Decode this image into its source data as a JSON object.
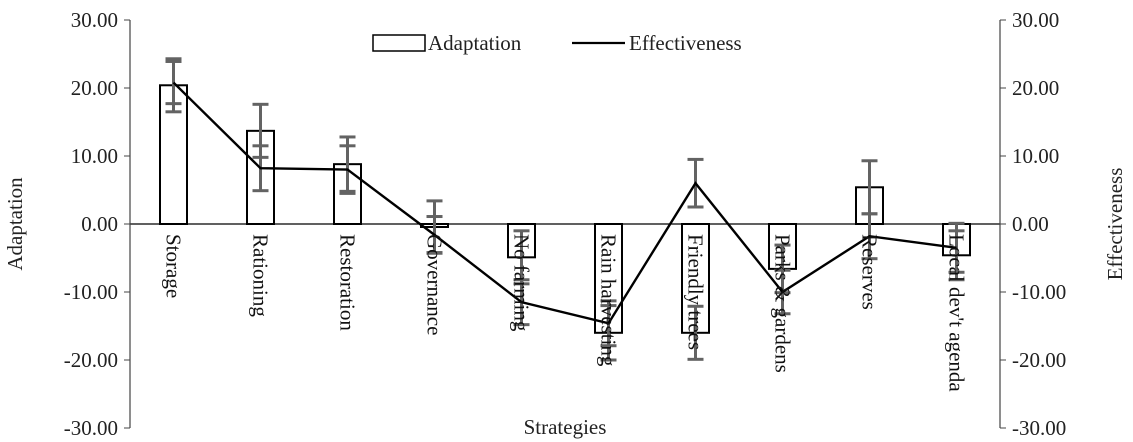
{
  "chart_data": {
    "type": "bar+line",
    "title": "",
    "xlabel": "Strategies",
    "ylabel": "Adaptation",
    "y2label": "Effectiveness",
    "ylim": [
      -30,
      30
    ],
    "y2lim": [
      -30,
      30
    ],
    "yticks": [
      "30.00",
      "20.00",
      "10.00",
      "0.00",
      "-10.00",
      "-20.00",
      "-30.00"
    ],
    "tick_values": [
      30,
      20,
      10,
      0,
      -10,
      -20,
      -30
    ],
    "legend_position": "top-center",
    "categories": [
      "Storage",
      "Rationing",
      "Restoration",
      "Governance",
      "No farming",
      "Rain harvesting",
      "Friendly trees",
      "Parks & gardens",
      "Reserves",
      "Local dev't agenda"
    ],
    "series": [
      {
        "name": "Adaptation",
        "type": "bar",
        "values": [
          20.4,
          13.7,
          8.8,
          -0.4,
          -4.9,
          -16.0,
          -16.0,
          -6.6,
          5.4,
          -4.6
        ],
        "error": [
          3.9,
          3.9,
          4.0,
          3.8,
          3.9,
          4.0,
          3.9,
          3.5,
          3.9,
          3.6
        ]
      },
      {
        "name": "Effectiveness",
        "type": "line",
        "values": [
          20.8,
          8.2,
          8.0,
          -1.6,
          -11.5,
          -14.6,
          6.0,
          -10.0,
          -1.8,
          -3.5
        ],
        "error": [
          3.1,
          3.3,
          3.5,
          2.7,
          3.3,
          3.3,
          3.5,
          3.2,
          3.3,
          3.6
        ]
      }
    ],
    "colors": {
      "bar_fill": "#ffffff",
      "bar_stroke": "#000000",
      "line": "#000000",
      "error": "#636363"
    }
  }
}
